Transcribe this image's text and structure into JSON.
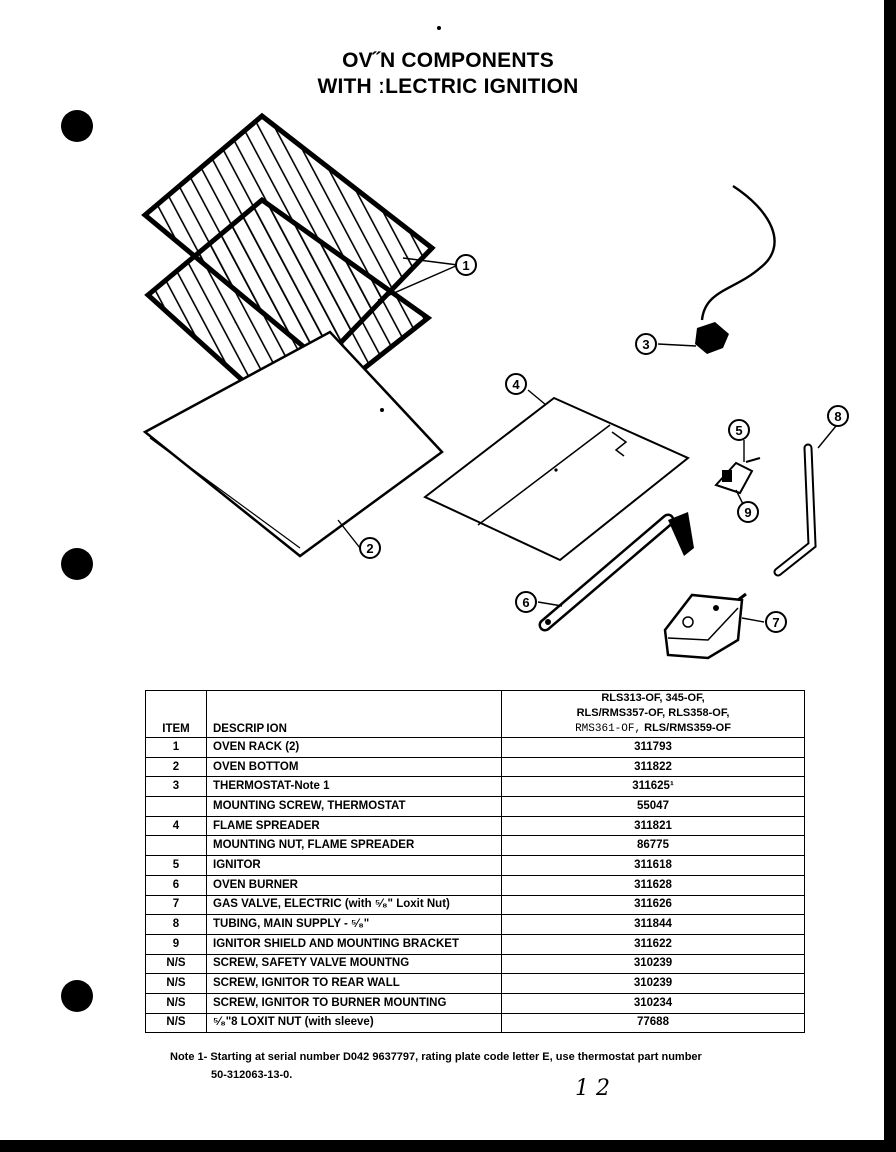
{
  "title": {
    "line1": "OV˝N COMPONENTS",
    "line2": "WITH ːLECTRIC IGNITION"
  },
  "callouts": [
    "1",
    "2",
    "3",
    "4",
    "5",
    "6",
    "7",
    "8",
    "9"
  ],
  "table": {
    "headers": {
      "item": "ITEM",
      "description": "DESCRIP ION",
      "part_line1": "RLS313-OF, 345-OF,",
      "part_line2": "RLS/RMS357-OF, RLS358-OF,",
      "part_line3a": "RMS361-OF,",
      "part_line3b": "RLS/RMS359-OF"
    },
    "rows": [
      {
        "item": "1",
        "description": "OVEN RACK (2)",
        "part": "311793"
      },
      {
        "item": "2",
        "description": "OVEN BOTTOM",
        "part": "311822"
      },
      {
        "item": "3",
        "description": "THERMOSTAT-Note 1",
        "part": "311625¹"
      },
      {
        "item": "",
        "description": "MOUNTING SCREW, THERMOSTAT",
        "part": "55047"
      },
      {
        "item": "4",
        "description": "FLAME SPREADER",
        "part": "311821"
      },
      {
        "item": "",
        "description": "MOUNTING NUT, FLAME SPREADER",
        "part": "86775"
      },
      {
        "item": "5",
        "description": "IGNITOR",
        "part": "311618"
      },
      {
        "item": "6",
        "description": "OVEN BURNER",
        "part": "311628"
      },
      {
        "item": "7",
        "description": "GAS VALVE, ELECTRIC (with ⁵⁄₈\" Loxit Nut)",
        "part": "311626"
      },
      {
        "item": "8",
        "description": "TUBING, MAIN SUPPLY - ⁵⁄₈\"",
        "part": "311844"
      },
      {
        "item": "9",
        "description": "IGNITOR SHIELD AND MOUNTING BRACKET",
        "part": "311622"
      },
      {
        "item": "N/S",
        "description": "SCREW, SAFETY VALVE MOUNTNG",
        "part": "310239"
      },
      {
        "item": "N/S",
        "description": "SCREW, IGNITOR TO REAR WALL",
        "part": "310239"
      },
      {
        "item": "N/S",
        "description": "SCREW, IGNITOR TO BURNER MOUNTING",
        "part": "310234"
      },
      {
        "item": "N/S",
        "description": "⁵⁄₈\"8 LOXIT NUT (with sleeve)",
        "part": "77688"
      }
    ]
  },
  "note": {
    "line1": "Note 1- Starting at serial number D042 9637797, rating plate code letter E, use thermostat part number",
    "line2": "50-312063-13-0."
  },
  "handwriting": "1 2"
}
